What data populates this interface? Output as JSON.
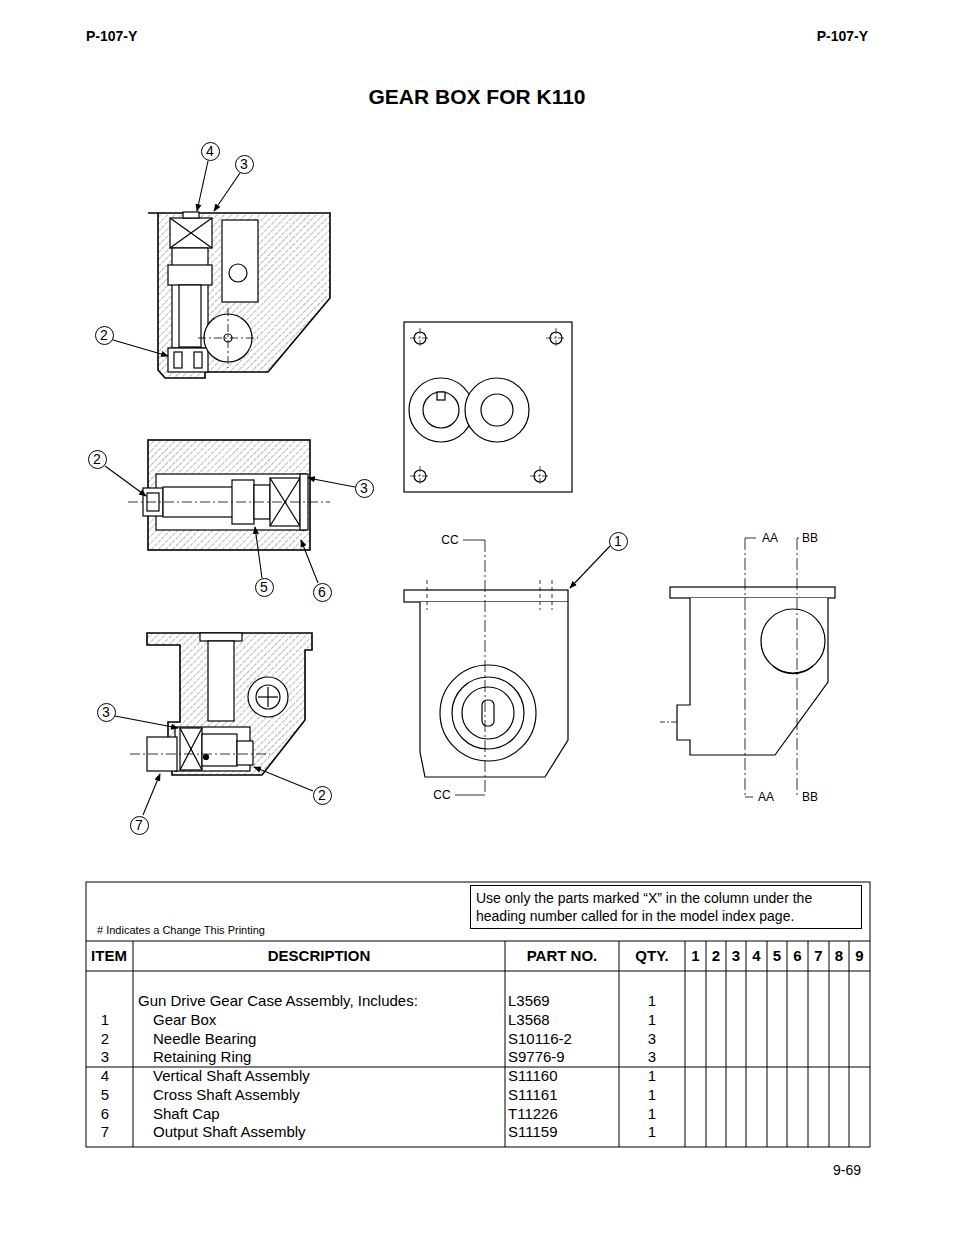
{
  "diagram": {
    "title": "GEAR BOX FOR K110",
    "nodes": [
      {
        "text": [
          "Use only the parts marked “X” in the column under the heading number called for in the model index page."
        ]
      },
      {
        "text": [
          "4"
        ]
      },
      {
        "text": [
          "3"
        ]
      },
      {
        "text": [
          "2"
        ]
      },
      {
        "text": [
          "2"
        ]
      },
      {
        "text": [
          "3"
        ]
      },
      {
        "text": [
          "5"
        ]
      },
      {
        "text": [
          "6"
        ]
      },
      {
        "text": [
          "1"
        ]
      },
      {
        "text": [
          "3"
        ]
      },
      {
        "text": [
          "2"
        ]
      },
      {
        "text": [
          "7"
        ]
      }
    ],
    "labels": [
      "P-107-Y",
      "P-107-Y",
      "CC",
      "CC",
      "AA",
      "BB",
      "AA",
      "BB",
      "# Indicates a Change This Printing",
      "ITEM",
      "DESCRIPTION",
      "PART NO.",
      "QTY.",
      "1",
      "2",
      "3",
      "4",
      "5",
      "6",
      "7",
      "8",
      "9",
      "Gun Drive Gear Case Assembly, Includes:",
      "L3569",
      "1",
      "1",
      "Gear Box",
      "L3568",
      "1",
      "2",
      "Needle Bearing",
      "S10116-2",
      "3",
      "3",
      "Retaining Ring",
      "S9776-9",
      "3",
      "4",
      "Vertical Shaft Assembly",
      "S11160",
      "1",
      "5",
      "Cross Shaft Assembly",
      "S11161",
      "1",
      "6",
      "Shaft Cap",
      "T11226",
      "1",
      "7",
      "Output Shaft Assembly",
      "S11159",
      "1",
      "9-69"
    ]
  }
}
